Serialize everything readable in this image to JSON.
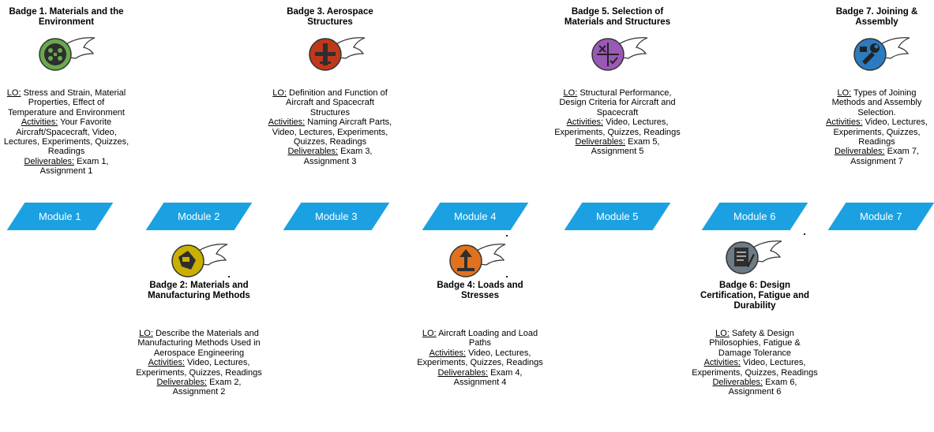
{
  "badges": [
    {
      "title": "Badge 1. Materials and the Environment",
      "icon": "materials-environment-icon",
      "color": "#6aa84f",
      "lo": "Stress and Strain, Material Properties, Effect of Temperature and Environment",
      "activities": "Your Favorite Aircraft/Spacecraft, Video, Lectures, Experiments, Quizzes, Readings",
      "deliverables": "Exam 1, Assignment 1"
    },
    {
      "title": "Badge 2: Materials and Manufacturing Methods",
      "icon": "manufacturing-icon",
      "color": "#c9b000",
      "lo": "Describe the Materials and Manufacturing Methods Used in Aerospace Engineering",
      "activities": "Video, Lectures, Experiments, Quizzes, Readings",
      "deliverables": "Exam 2, Assignment 2"
    },
    {
      "title": "Badge 3. Aerospace Structures",
      "icon": "aerospace-structures-icon",
      "color": "#c0381c",
      "lo": "Definition and Function of Aircraft and Spacecraft Structures",
      "activities": "Naming Aircraft Parts, Video, Lectures, Experiments, Quizzes, Readings",
      "deliverables": "Exam 3, Assignment 3"
    },
    {
      "title": "Badge 4: Loads and Stresses",
      "icon": "loads-stresses-icon",
      "color": "#e2711d",
      "lo": "Aircraft Loading and Load Paths",
      "activities": "Video, Lectures, Experiments, Quizzes, Readings",
      "deliverables": "Exam 4, Assignment 4"
    },
    {
      "title": "Badge 5. Selection of Materials and Structures",
      "icon": "selection-icon",
      "color": "#9b59b6",
      "lo": "Structural Performance, Design Criteria for Aircraft and Spacecraft",
      "activities": "Video, Lectures, Experiments, Quizzes, Readings",
      "deliverables": "Exam 5, Assignment 5"
    },
    {
      "title": "Badge 6: Design Certification, Fatigue and Durability",
      "icon": "design-certification-icon",
      "color": "#6d7b85",
      "lo": "Safety & Design Philosophies, Fatigue & Damage Tolerance",
      "activities": "Video, Lectures, Experiments, Quizzes, Readings",
      "deliverables": "Exam 6, Assignment 6"
    },
    {
      "title": "Badge 7. Joining & Assembly",
      "icon": "joining-assembly-icon",
      "color": "#2b7bc0",
      "lo": "Types of Joining Methods and Assembly Selection.",
      "activities": "Video, Lectures, Experiments, Quizzes, Readings",
      "deliverables": "Exam 7, Assignment 7"
    }
  ],
  "labels": {
    "lo": "LO:",
    "activities": "Activities:",
    "deliverables": "Deliverables:"
  },
  "modules": [
    "Module 1",
    "Module 2",
    "Module 3",
    "Module 4",
    "Module 5",
    "Module 6",
    "Module 7"
  ],
  "module_color": "#1ba1e2"
}
